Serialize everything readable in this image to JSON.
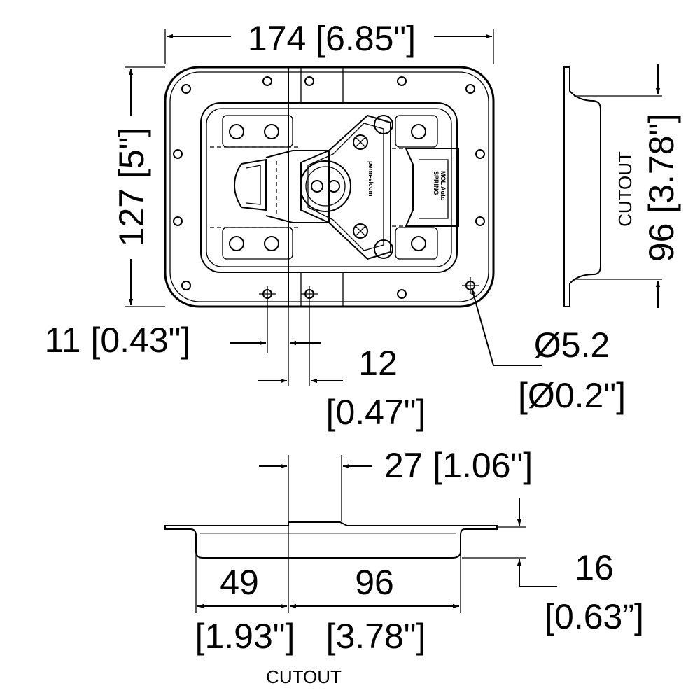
{
  "dimensions": {
    "overall_width": "174 [6.85\"]",
    "overall_height": "127 [5\"]",
    "cutout_side_label": "CUTOUT",
    "cutout_side_value": "96 [3.78\"]",
    "offset_11": "11 [0.43\"]",
    "offset_12_top": "12",
    "offset_12_bottom": "[0.47\"]",
    "hole_dia_top": "Ø5.2",
    "hole_dia_bottom": "[Ø0.2\"]",
    "offset_27": "27 [1.06\"]",
    "depth_top": "16",
    "depth_bottom": "[0.63”]",
    "width_49_top": "49",
    "width_49_bottom": "[1.93\"]",
    "width_96_top": "96",
    "width_96_bottom": "[3.78\"]",
    "bottom_cutout_label": "CUTOUT"
  },
  "product_markings": {
    "brand": "penn-elcom",
    "badge_line1": "MOL Auto",
    "badge_line2": "SPRING"
  }
}
